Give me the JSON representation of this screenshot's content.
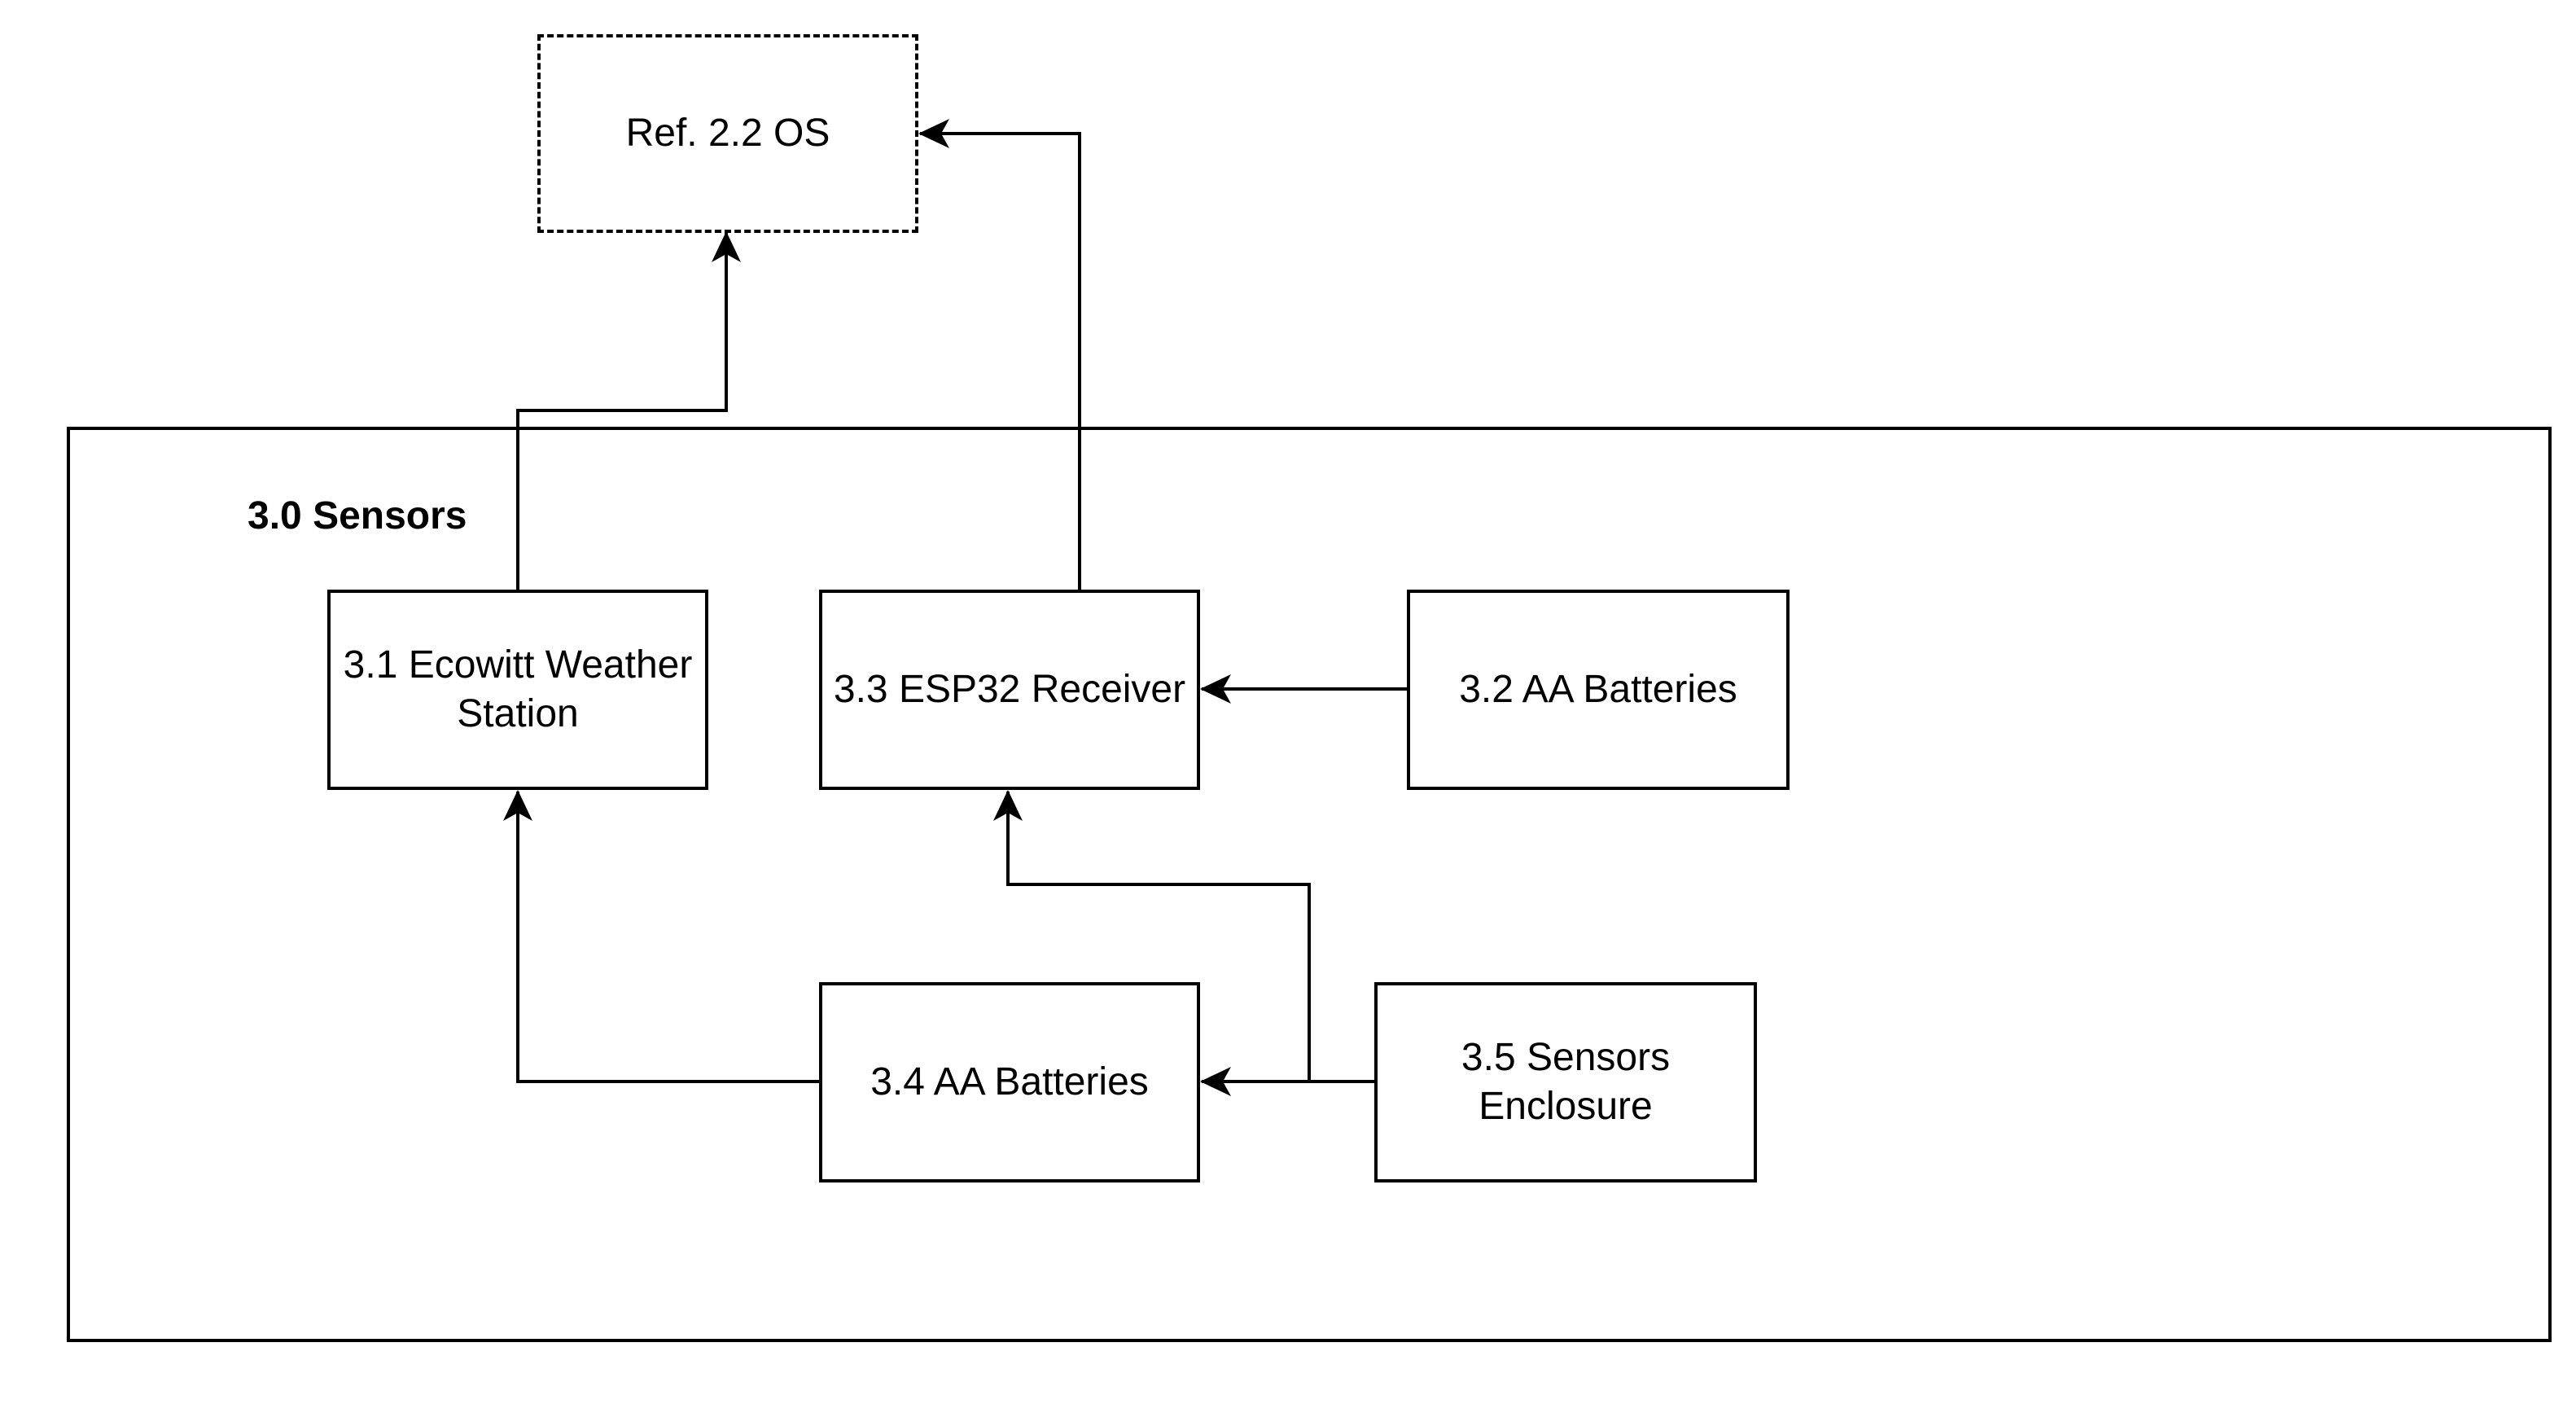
{
  "diagram": {
    "container": {
      "title": "3.0 Sensors"
    },
    "blocks": {
      "ref_os": "Ref. 2.2 OS",
      "b31": "3.1 Ecowitt Weather Station",
      "b33": "3.3 ESP32 Receiver",
      "b32": "3.2 AA Batteries",
      "b34": "3.4 AA Batteries",
      "b35": "3.5 Sensors Enclosure"
    },
    "connections": [
      {
        "from": "3.1 Ecowitt Weather Station",
        "to": "Ref. 2.2 OS"
      },
      {
        "from": "3.3 ESP32 Receiver",
        "to": "Ref. 2.2 OS"
      },
      {
        "from": "3.2 AA Batteries",
        "to": "3.3 ESP32 Receiver"
      },
      {
        "from": "3.4 AA Batteries",
        "to": "3.1 Ecowitt Weather Station"
      },
      {
        "from": "3.5 Sensors Enclosure",
        "to": "3.4 AA Batteries"
      },
      {
        "from": "3.5 Sensors Enclosure",
        "to": "3.3 ESP32 Receiver"
      }
    ]
  }
}
